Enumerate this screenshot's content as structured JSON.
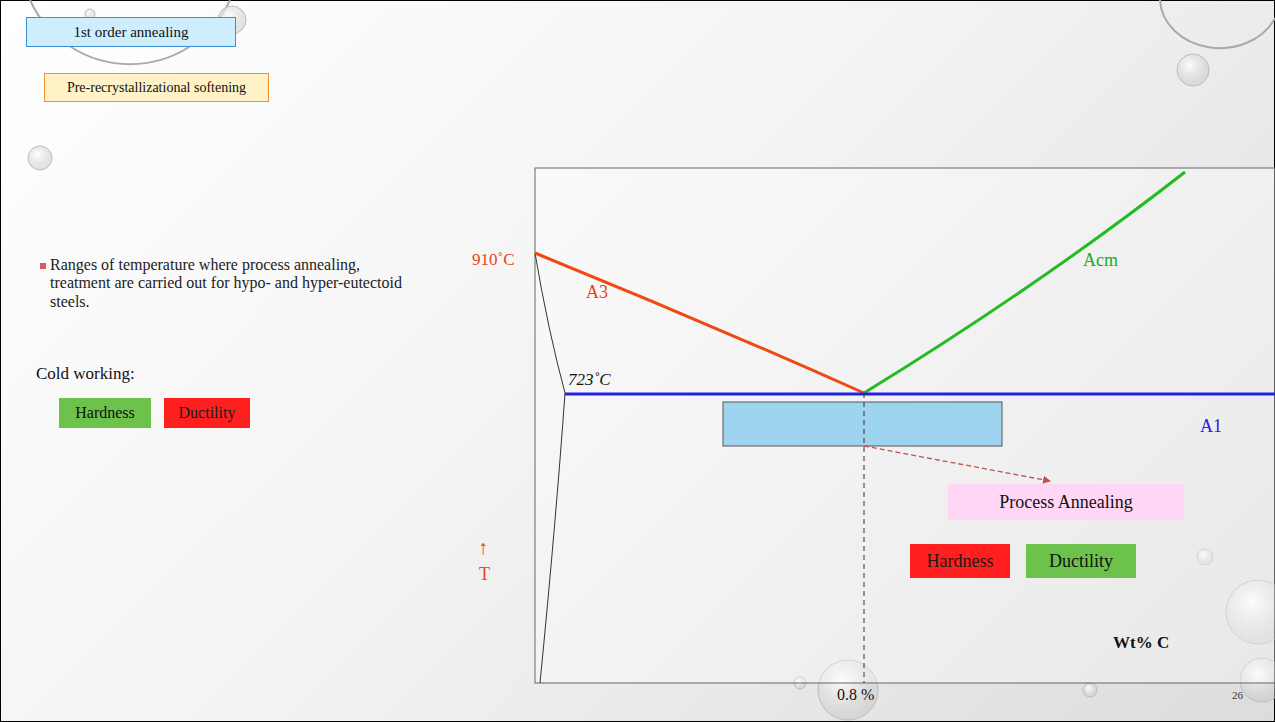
{
  "diagram": {
    "nodes": [
      {
        "text": [
          "1st order annealing"
        ]
      },
      {
        "text": [
          "Pre-recrystallizational softening"
        ]
      },
      {
        "text": [
          "Hardness"
        ]
      },
      {
        "text": [
          "Ductility"
        ]
      },
      {
        "text": [
          "Process Annealing"
        ]
      },
      {
        "text": [
          "Hardness"
        ]
      },
      {
        "text": [
          "Ductility"
        ]
      }
    ],
    "labels": [
      "Ranges of temperature where process annealing, treatment are carried out for hypo- and hyper-eutectoid steels.",
      "Cold working:",
      "910˚C",
      "A3",
      "723˚C",
      "Acm",
      "A1",
      "↑",
      "T",
      "Wt% C",
      "0.8 %",
      "26"
    ]
  }
}
